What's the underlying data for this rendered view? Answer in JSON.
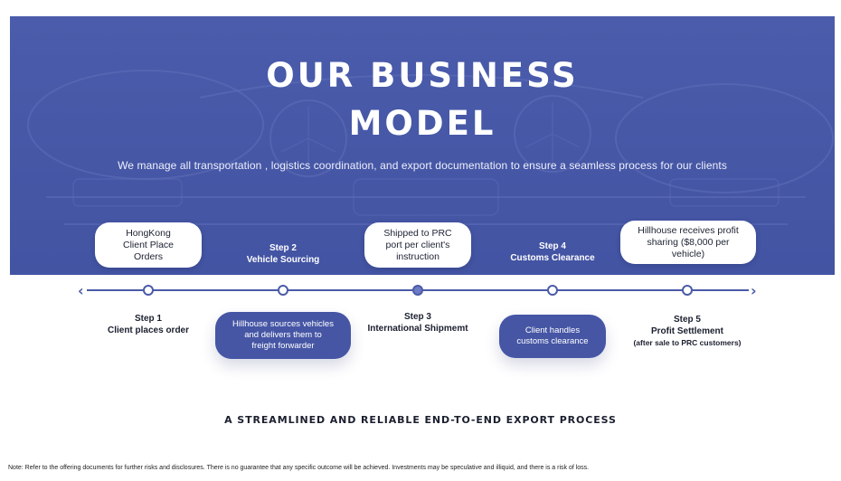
{
  "hero": {
    "title_line1": "OUR BUSINESS",
    "title_line2": "MODEL",
    "subtitle": "We manage all transportation ,  logistics coordination, and export documentation to ensure a seamless process for our clients"
  },
  "bubbles": [
    {
      "lines": [
        "HongKong",
        "Client Place",
        "Orders"
      ]
    },
    {
      "lines": [
        "Shipped to PRC",
        "port per client's",
        "instruction"
      ]
    },
    {
      "lines": [
        "Hillhouse receives profit",
        "sharing ($8,000 per",
        "vehicle)"
      ]
    }
  ],
  "steps": [
    {
      "number": "Step 1",
      "title": "Client places order",
      "note": ""
    },
    {
      "number": "Step 2",
      "title": "Vehicle Sourcing",
      "note": ""
    },
    {
      "number": "Step 3",
      "title": "International Shipmemt",
      "note": ""
    },
    {
      "number": "Step 4",
      "title": "Customs Clearance",
      "note": ""
    },
    {
      "number": "Step 5",
      "title": "Profit Settlement",
      "note": "(after sale to PRC customers)"
    }
  ],
  "pills": [
    {
      "lines": [
        "Hillhouse sources vehicles",
        "and delivers them to",
        "freight forwarder"
      ]
    },
    {
      "lines": [
        "Client handles",
        "customs clearance"
      ]
    }
  ],
  "timeline": {
    "prev_glyph": "‹",
    "next_glyph": "›"
  },
  "tagline": "A STREAMLINED AND RELIABLE END-TO-END EXPORT PROCESS",
  "footnote": "Note: Refer to the offering documents for further risks and disclosures. There is no guarantee that any specific outcome will be achieved. Investments may be speculative and illiquid, and there is a risk of loss.",
  "colors": {
    "brand_blue": "#4656a5",
    "hero_blue": "#4a5cab",
    "text_dark": "#1a1f2e"
  }
}
